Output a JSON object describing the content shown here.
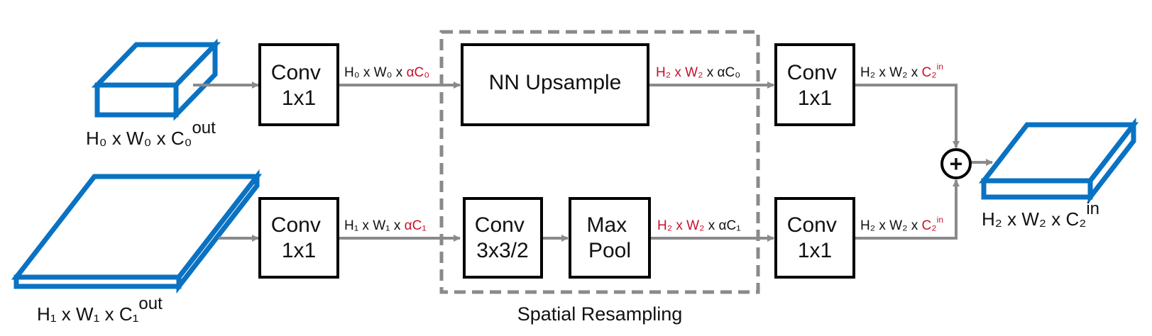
{
  "colors": {
    "tensor": "#0a72c2",
    "arrow": "#8a8a8a",
    "highlight": "#c8102e",
    "box": "#000000",
    "dashed": "#8a8a8a"
  },
  "tensors": {
    "input0": {
      "h": "H₀",
      "w": "W₀",
      "c": "C₀",
      "sup": "out"
    },
    "input1": {
      "h": "H₁",
      "w": "W₁",
      "c": "C₁",
      "sup": "out"
    },
    "output": {
      "h": "H₂",
      "w": "W₂",
      "c": "C₂",
      "sup": "in"
    },
    "x_sep": "x"
  },
  "boxes": {
    "conv_top": {
      "line1": "Conv",
      "line2": "1x1"
    },
    "conv_bottom": {
      "line1": "Conv",
      "line2": "1x1"
    },
    "nn_upsample": {
      "label": "NN Upsample"
    },
    "conv_strided": {
      "line1": "Conv",
      "line2": "3x3/2"
    },
    "max_pool": {
      "line1": "Max",
      "line2": "Pool"
    },
    "conv_out_top": {
      "line1": "Conv",
      "line2": "1x1"
    },
    "conv_out_bottom": {
      "line1": "Conv",
      "line2": "1x1"
    }
  },
  "edges": {
    "top_after_conv": {
      "h": "H₀",
      "w": "W₀",
      "c": "αC₀"
    },
    "bottom_after_conv": {
      "h": "H₁",
      "w": "W₁",
      "c": "αC₁"
    },
    "top_after_upsample": {
      "h": "H₂",
      "w": "W₂",
      "c": "αC₀"
    },
    "bottom_after_pool": {
      "h": "H₂",
      "w": "W₂",
      "c": "αC₁"
    },
    "top_after_conv_out": {
      "h": "H₂",
      "w": "W₂",
      "c": "C₂",
      "sup": "in"
    },
    "bottom_after_conv_out": {
      "h": "H₂",
      "w": "W₂",
      "c": "C₂",
      "sup": "in"
    }
  },
  "plus_symbol": "+",
  "group_label": "Spatial Resampling"
}
